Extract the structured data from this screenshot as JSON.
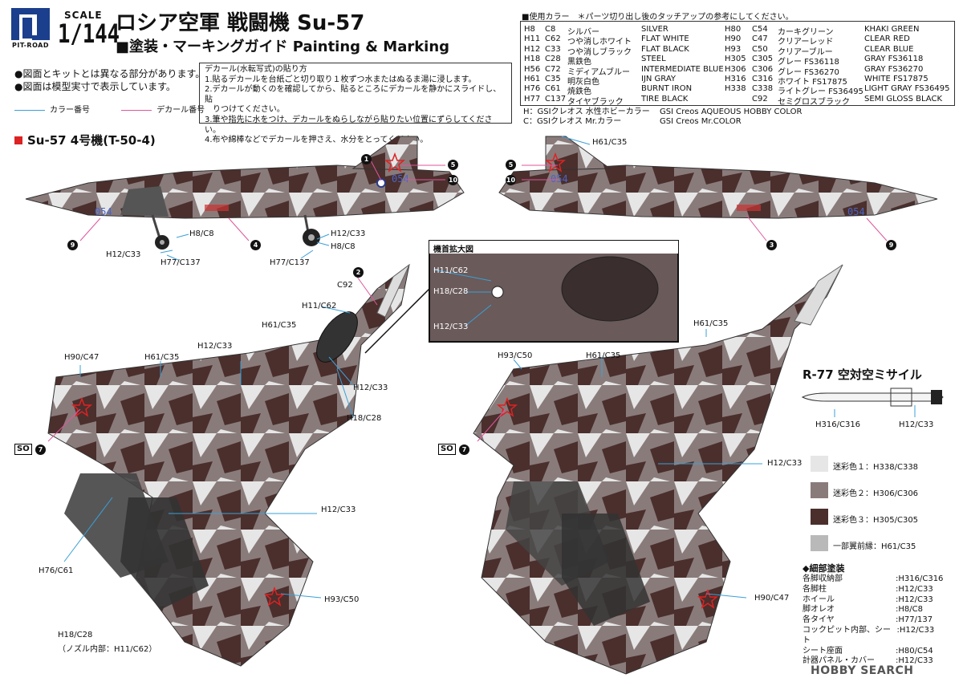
{
  "logo": {
    "text": "PIT-ROAD"
  },
  "scale": {
    "label": "SCALE",
    "value": "1/144"
  },
  "title": {
    "main": "ロシア空軍 戦闘機 Su-57",
    "sub": "■塗装・マーキングガイド Painting & Marking"
  },
  "notes": [
    "●図面とキットとは異なる部分があります。",
    "●図面は模型実寸で表示しています。"
  ],
  "legend": {
    "color_number": "カラー番号",
    "decal_number": "デカール番号"
  },
  "decal_instructions": {
    "title": "デカール(水転写式)の貼り方",
    "steps": [
      "1.貼るデカールを台紙ごと切り取り１枚ずつ水またはぬるま湯に浸します。",
      "2.デカールが動くのを確認してから、貼るところにデカールを静かにスライドし、貼",
      "　りつけてください。",
      "3.筆や指先に水をつけ、デカールをぬらしながら貼りたい位置にずらしてください。",
      "4.布や綿棒などでデカールを押さえ、水分をとってください。"
    ]
  },
  "color_table": {
    "title": "■使用カラー　＊パーツ切り出し後のタッチアップの参考にしてください。",
    "left": [
      [
        "H8",
        "C8",
        "シルバー",
        "SILVER"
      ],
      [
        "H11",
        "C62",
        "つや消しホワイト",
        "FLAT WHITE"
      ],
      [
        "H12",
        "C33",
        "つや消しブラック",
        "FLAT BLACK"
      ],
      [
        "H18",
        "C28",
        "黒鉄色",
        "STEEL"
      ],
      [
        "H56",
        "C72",
        "ミディアムブルー",
        "INTERMEDIATE BLUE"
      ],
      [
        "H61",
        "C35",
        "明灰白色",
        "IJN GRAY"
      ],
      [
        "H76",
        "C61",
        "焼鉄色",
        "BURNT IRON"
      ],
      [
        "H77",
        "C137",
        "タイヤブラック",
        "TIRE BLACK"
      ]
    ],
    "right": [
      [
        "H80",
        "C54",
        "カーキグリーン",
        "KHAKI GREEN"
      ],
      [
        "H90",
        "C47",
        "クリアーレッド",
        "CLEAR RED"
      ],
      [
        "H93",
        "C50",
        "クリアーブルー",
        "CLEAR BLUE"
      ],
      [
        "H305",
        "C305",
        "グレー FS36118",
        "GRAY FS36118"
      ],
      [
        "H306",
        "C306",
        "グレー FS36270",
        "GRAY FS36270"
      ],
      [
        "H316",
        "C316",
        "ホワイト FS17875",
        "WHITE FS17875"
      ],
      [
        "H338",
        "C338",
        "ライトグレー FS36495",
        "LIGHT GRAY FS36495"
      ],
      [
        "",
        "C92",
        "セミグロスブラック",
        "SEMI GLOSS BLACK"
      ]
    ],
    "footnotes": [
      [
        "H：GSIクレオス 水性ホビーカラー",
        "GSI Creos AQUEOUS HOBBY COLOR"
      ],
      [
        "C：GSIクレオス Mr.カラー",
        "GSI Creos Mr.COLOR"
      ]
    ]
  },
  "section_title": "Su-57 4号機(T-50-4)",
  "side_left": {
    "serial": "054",
    "labels": [
      "H8/C8",
      "H12/C33",
      "H77/C137",
      "H12/C33",
      "H8/C8",
      "H77/C137"
    ],
    "decals": [
      "1",
      "5",
      "10",
      "4",
      "9"
    ]
  },
  "side_right": {
    "serial": "054",
    "labels": [
      "H61/C35"
    ],
    "decals": [
      "5",
      "10",
      "3",
      "9"
    ]
  },
  "zoom": {
    "title": "機首拡大図",
    "labels": [
      "H11/C62",
      "H18/C28",
      "H12/C33"
    ]
  },
  "top_view": {
    "labels": [
      "C92",
      "H11/C62",
      "H61/C35",
      "H12/C33",
      "H90/C47",
      "H61/C35",
      "H12/C33",
      "H18/C28",
      "H12/C33",
      "H76/C61",
      "H93/C50",
      "H18/C28",
      "（ノズル内部：H11/C62）"
    ],
    "decals": [
      "2",
      "7"
    ],
    "so": "SO"
  },
  "bottom_view": {
    "labels": [
      "H61/C35",
      "H93/C50",
      "H61/C35",
      "H12/C33",
      "H90/C47"
    ],
    "decals": [
      "7"
    ],
    "so": "SO"
  },
  "missile": {
    "title": "R-77 空対空ミサイル",
    "labels": [
      "H316/C316",
      "H12/C33"
    ]
  },
  "camo": [
    {
      "label": "迷彩色１：H338/C338",
      "color": "#e6e6e6"
    },
    {
      "label": "迷彩色２：H306/C306",
      "color": "#8a7b7b"
    },
    {
      "label": "迷彩色３：H305/C305",
      "color": "#4a2f2d"
    },
    {
      "label": "一部翼前縁：H61/C35",
      "color": "#b9b9b9"
    }
  ],
  "detail": {
    "title": "◆細部塗装",
    "rows": [
      [
        "各脚収納部",
        ":H316/C316"
      ],
      [
        "各脚柱",
        ":H12/C33"
      ],
      [
        "ホイール",
        ":H12/C33"
      ],
      [
        "脚オレオ",
        ":H8/C8"
      ],
      [
        "各タイヤ",
        ":H77/137"
      ],
      [
        "コックピット内部、シート",
        ":H12/C33"
      ],
      [
        "シート座面",
        ":H80/C54"
      ],
      [
        "計器パネル・カバー",
        ":H12/C33"
      ]
    ]
  },
  "watermark": "HOBBY SEARCH"
}
